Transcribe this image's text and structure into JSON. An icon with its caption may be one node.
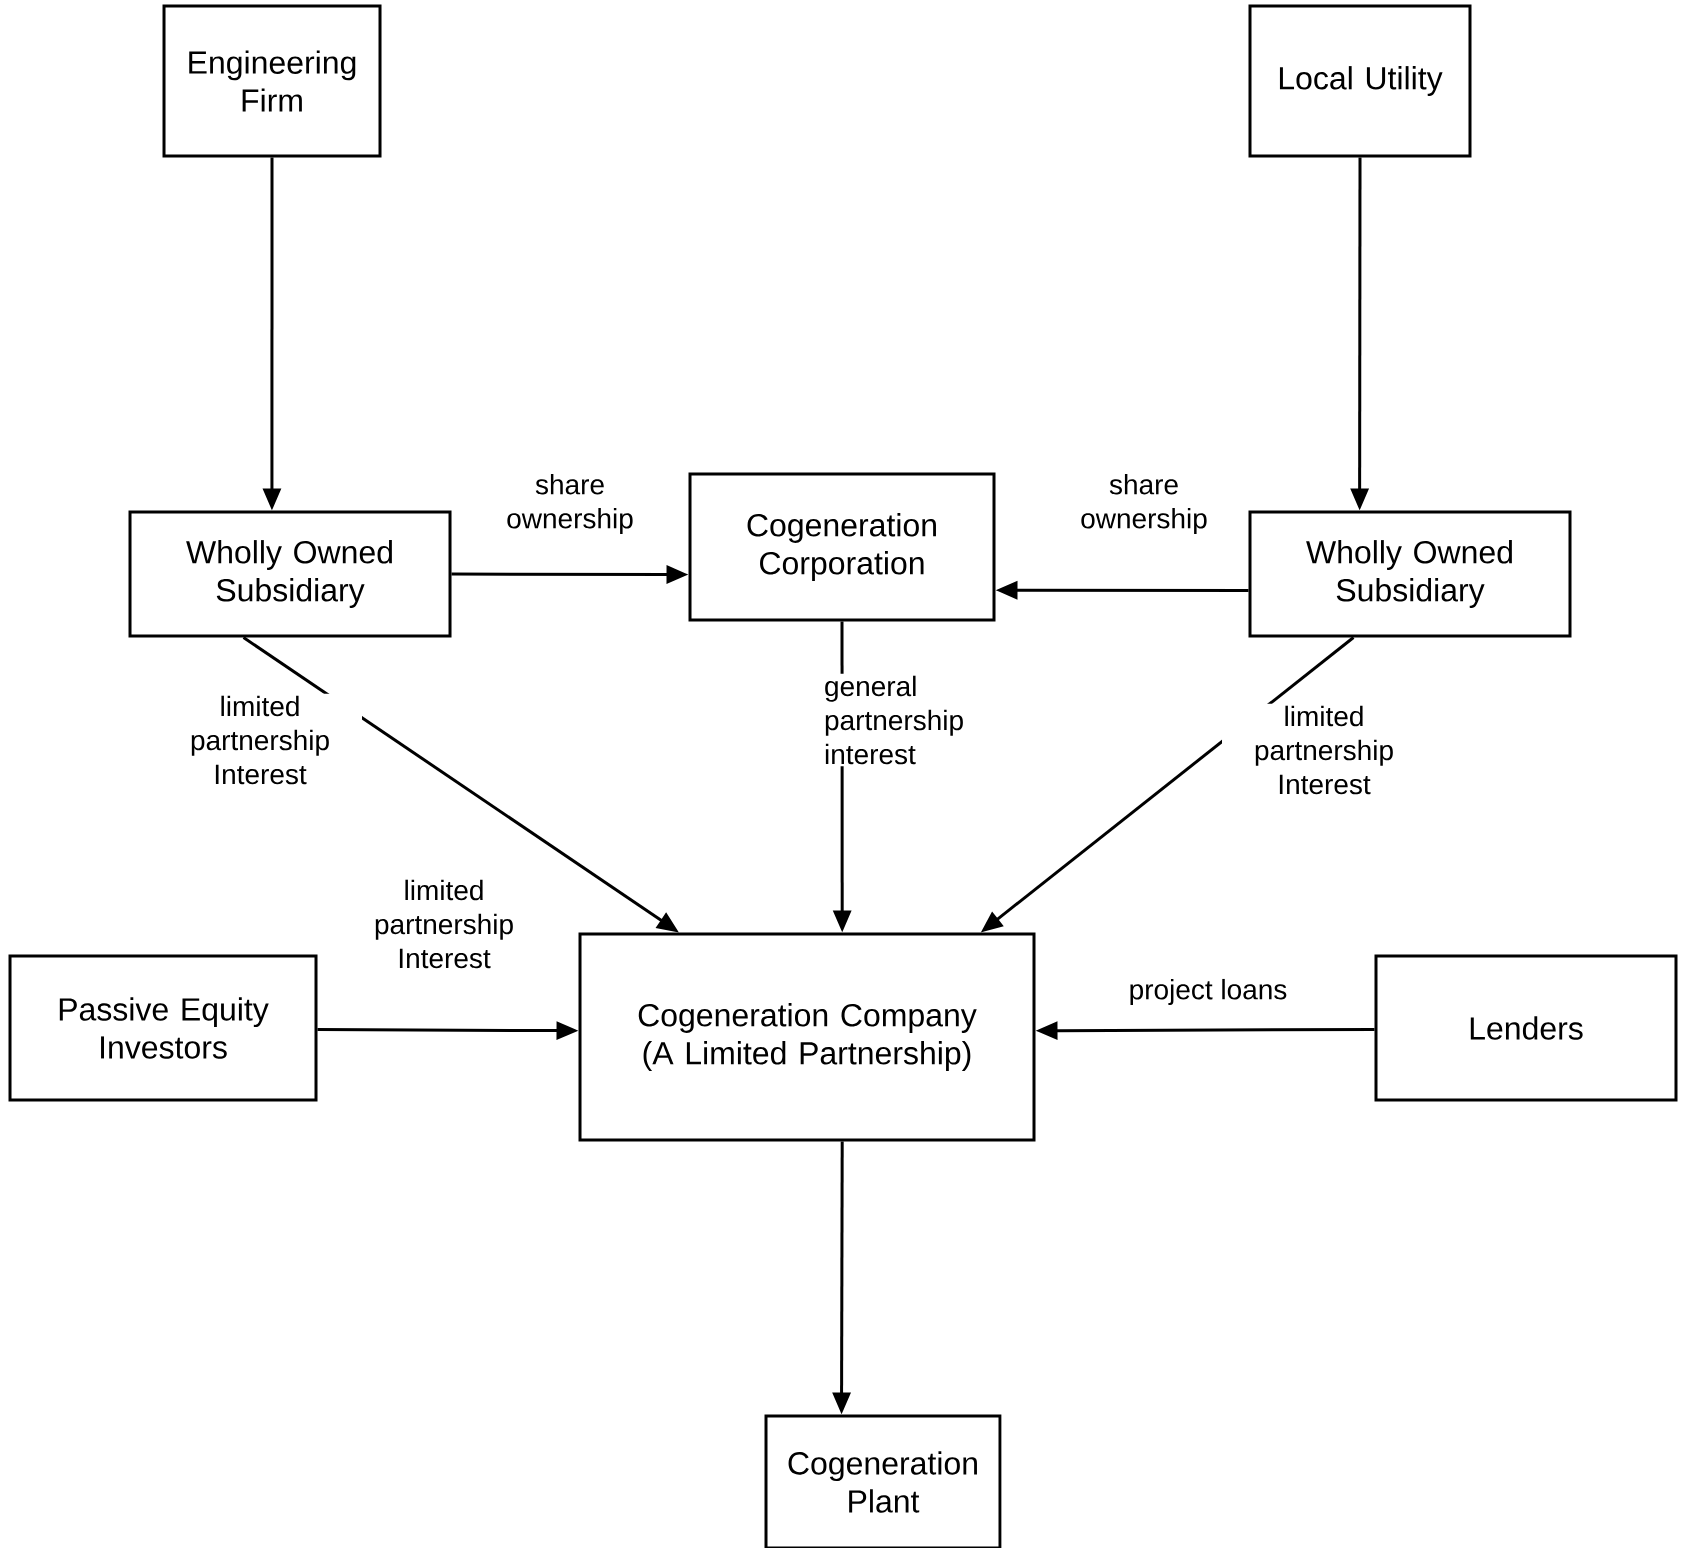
{
  "diagram": {
    "nodes": [
      {
        "text": [
          "Engineering Firm"
        ]
      },
      {
        "text": [
          "Local Utility"
        ]
      },
      {
        "text": [
          "Wholly Owned Subsidiary"
        ]
      },
      {
        "text": [
          "Cogeneration Corporation"
        ]
      },
      {
        "text": [
          "Wholly Owned Subsidiary"
        ]
      },
      {
        "text": [
          "Passive Equity Investors"
        ]
      },
      {
        "text": [
          "Cogeneration Company (A Limited Partnership)"
        ]
      },
      {
        "text": [
          "Lenders"
        ]
      },
      {
        "text": [
          "Cogeneration Plant"
        ]
      }
    ],
    "edges": [
      {
        "from": 0,
        "to": 2,
        "arrow": "to"
      },
      {
        "from": 1,
        "to": 4,
        "arrow": "to"
      },
      {
        "from": 2,
        "to": 3,
        "arrow": "to",
        "label": "share ownership"
      },
      {
        "from": 4,
        "to": 3,
        "arrow": "to",
        "label": "share ownership"
      },
      {
        "from": 2,
        "to": 6,
        "arrow": "to",
        "label": "limited partnership Interest"
      },
      {
        "from": 3,
        "to": 6,
        "arrow": "to",
        "label": "general partnership interest"
      },
      {
        "from": 4,
        "to": 6,
        "arrow": "to",
        "label": "limited partnership Interest"
      },
      {
        "from": 5,
        "to": 6,
        "arrow": "to",
        "label": "limited partnership Interest"
      },
      {
        "from": 7,
        "to": 6,
        "arrow": "to",
        "label": "project loans"
      },
      {
        "from": 6,
        "to": 8,
        "arrow": "to"
      }
    ]
  }
}
